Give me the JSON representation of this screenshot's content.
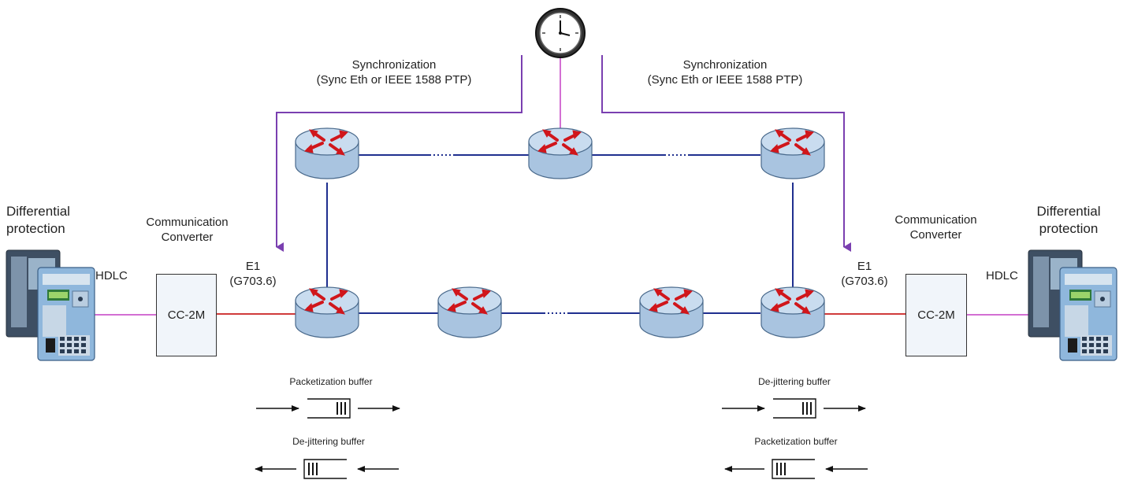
{
  "synchronization": {
    "left": {
      "line1": "Synchronization",
      "line2": "(Sync Eth or IEEE 1588 PTP)"
    },
    "right": {
      "line1": "Synchronization",
      "line2": "(Sync Eth or IEEE 1588 PTP)"
    }
  },
  "left": {
    "protection": {
      "line1": "Differential",
      "line2": "protection"
    },
    "hdlc": "HDLC",
    "converter_title": {
      "line1": "Communication",
      "line2": "Converter"
    },
    "converter_box": "CC-2M",
    "e1": {
      "line1": "E1",
      "line2": "(G703.6)"
    },
    "buffer_top": "Packetization buffer",
    "buffer_bottom": "De-jittering buffer"
  },
  "right": {
    "protection": {
      "line1": "Differential",
      "line2": "protection"
    },
    "hdlc": "HDLC",
    "converter_title": {
      "line1": "Communication",
      "line2": "Converter"
    },
    "converter_box": "CC-2M",
    "e1": {
      "line1": "E1",
      "line2": "(G703.6)"
    },
    "buffer_top": "De-jittering buffer",
    "buffer_bottom": "Packetization buffer"
  },
  "colors": {
    "network_link": "#1f2f8f",
    "e1_link": "#d03a3a",
    "hdlc_link": "#d36fd3",
    "sync_arrow": "#7a3fb0",
    "router_body": "#a9c4e0",
    "router_top": "#c9dcef",
    "router_arrows": "#d0161b"
  }
}
